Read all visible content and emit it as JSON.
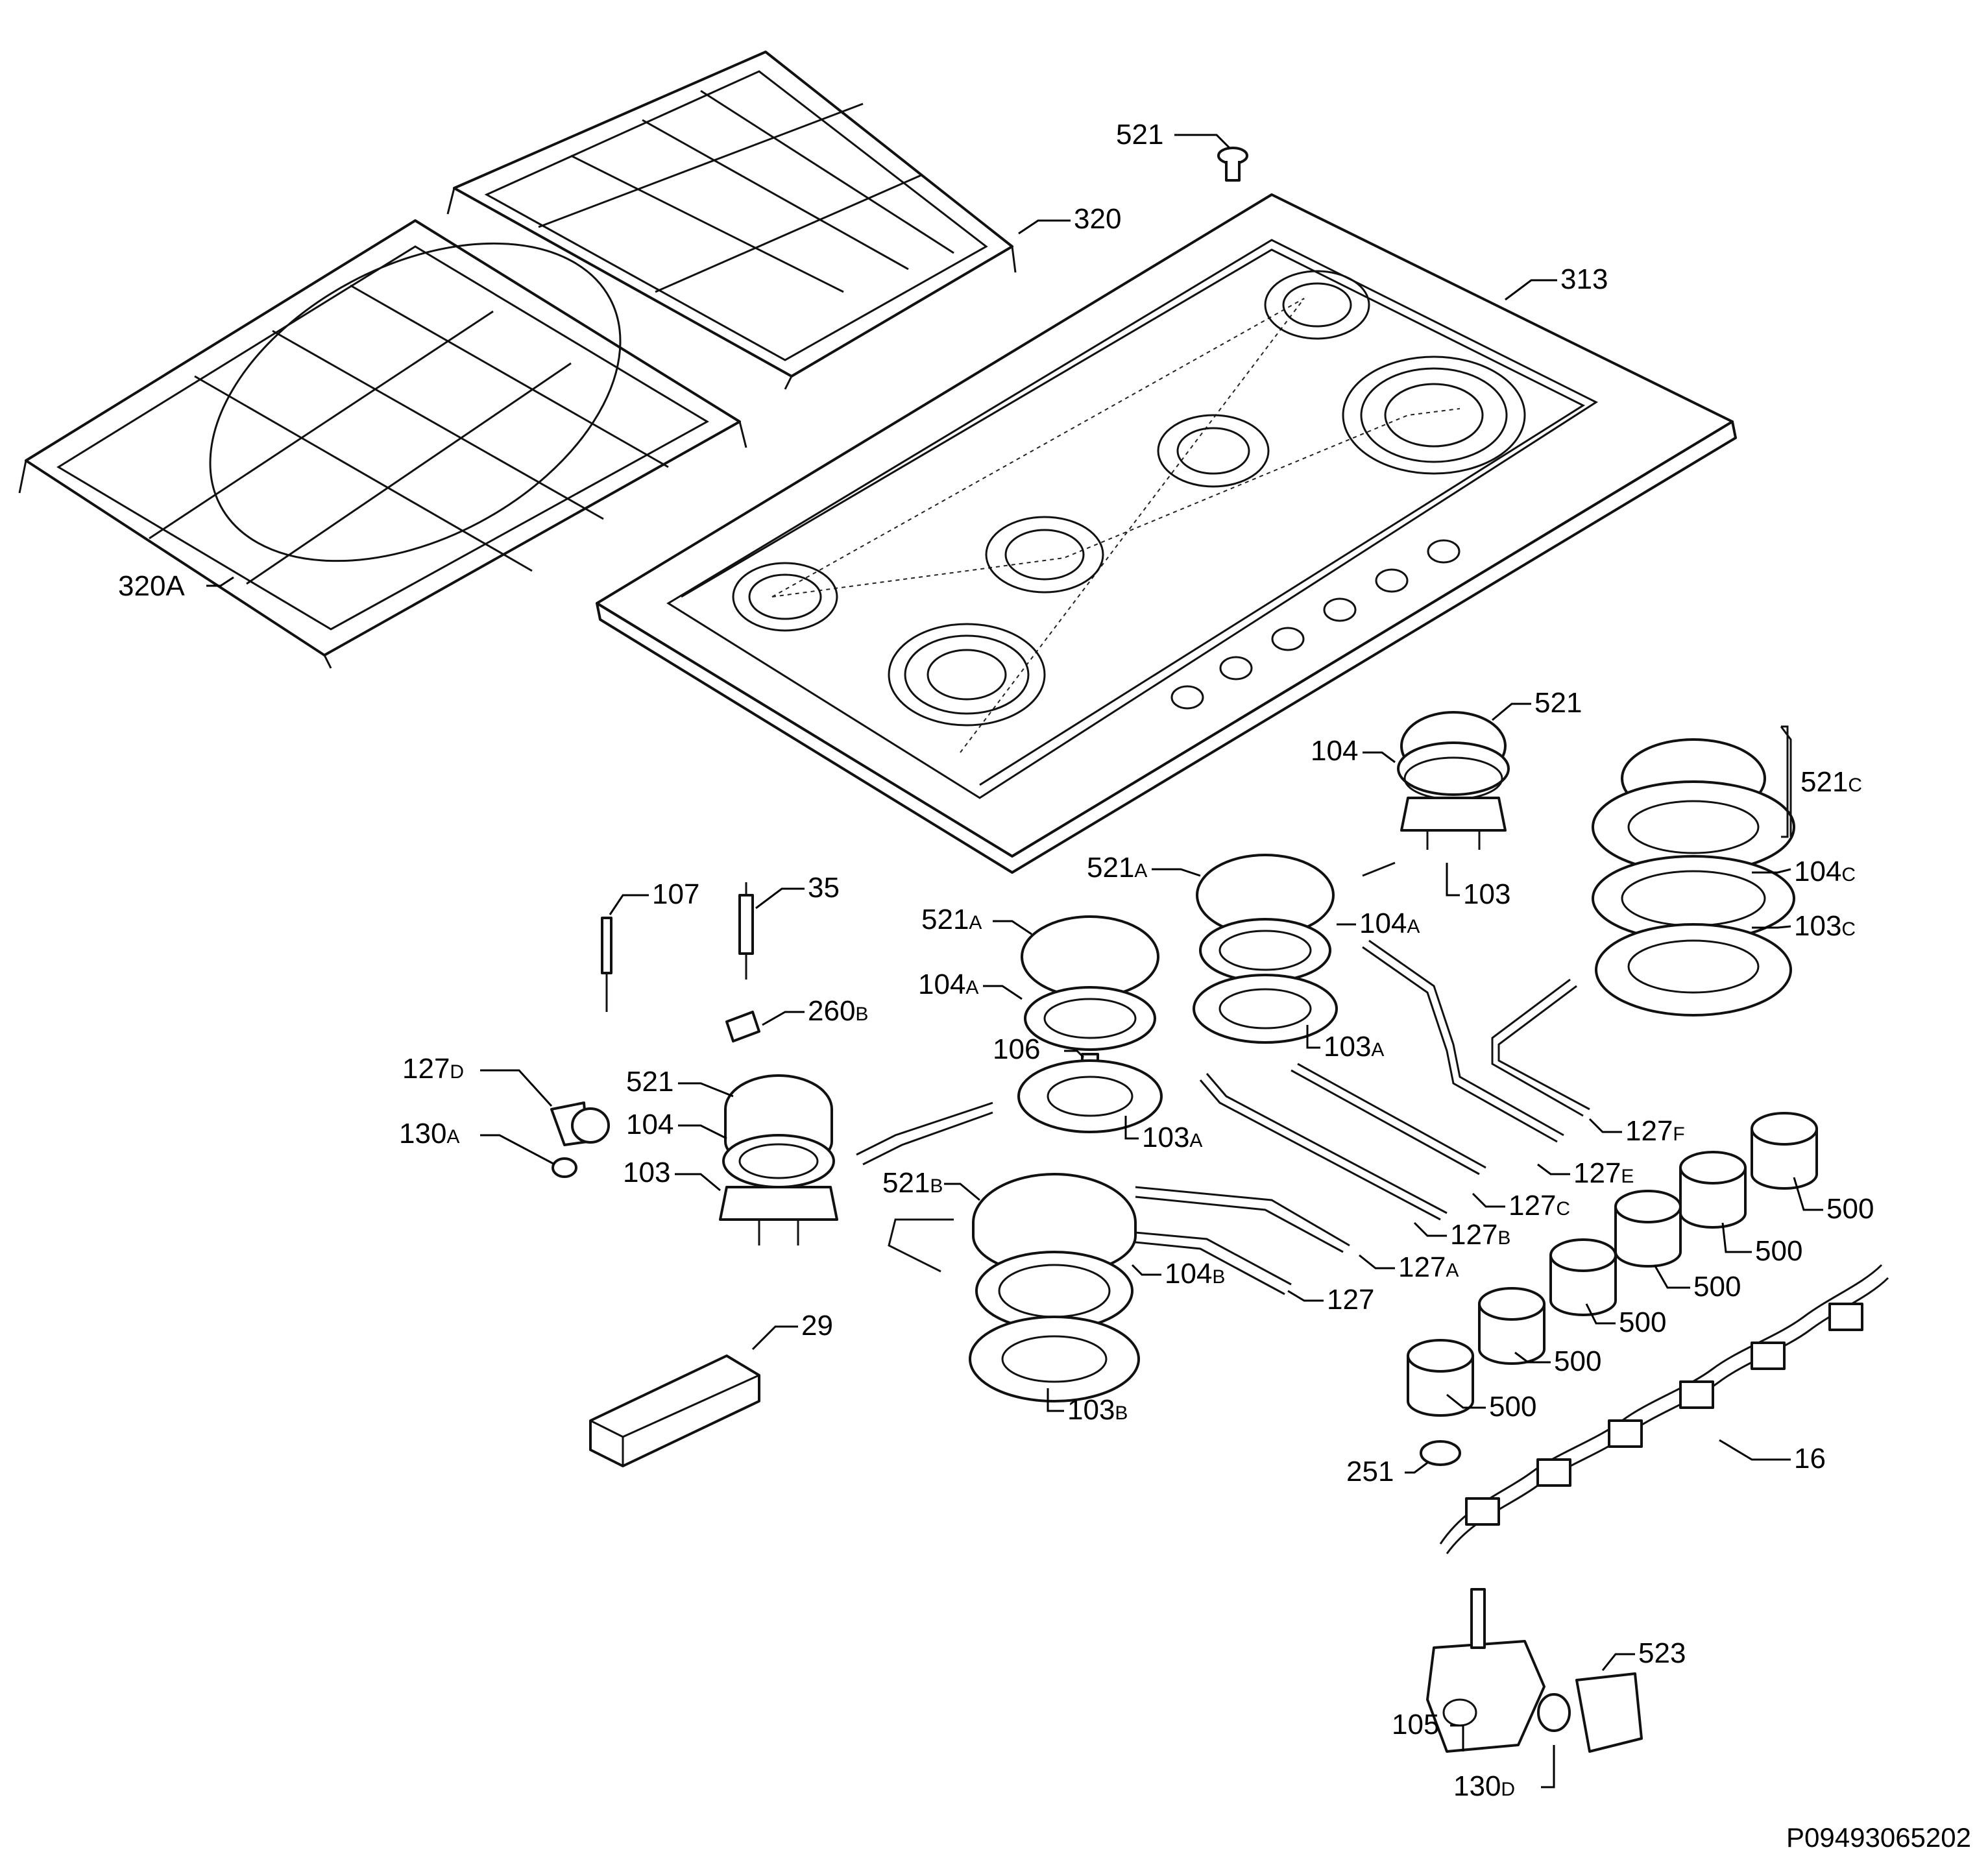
{
  "diagram": {
    "labels": {
      "l521_top": "521",
      "l320": "320",
      "l313": "313",
      "l320A": "320A",
      "l521_r": "521",
      "l104_r": "104",
      "l103_r": "103",
      "l521C_main": "521",
      "l521C_sub": "C",
      "l104C_main": "104",
      "l104C_sub": "C",
      "l103C_main": "103",
      "l103C_sub": "C",
      "l521A1_main": "521",
      "l521A1_sub": "A",
      "l104A1_main": "104",
      "l104A1_sub": "A",
      "l103A1_main": "103",
      "l103A1_sub": "A",
      "l521A2_main": "521",
      "l521A2_sub": "A",
      "l104A2_main": "104",
      "l104A2_sub": "A",
      "l106": "106",
      "l103A2_main": "103",
      "l103A2_sub": "A",
      "l107": "107",
      "l35": "35",
      "l260B_main": "260",
      "l260B_sub": "B",
      "l127D_main": "127",
      "l127D_sub": "D",
      "l130A_main": "130",
      "l130A_sub": "A",
      "l521_l": "521",
      "l104_l": "104",
      "l103_l": "103",
      "l521B_main": "521",
      "l521B_sub": "B",
      "l104B_main": "104",
      "l104B_sub": "B",
      "l103B_main": "103",
      "l103B_sub": "B",
      "l127F_main": "127",
      "l127F_sub": "F",
      "l127E_main": "127",
      "l127E_sub": "E",
      "l127C_main": "127",
      "l127C_sub": "C",
      "l127B_main": "127",
      "l127B_sub": "B",
      "l127A_main": "127",
      "l127A_sub": "A",
      "l127": "127",
      "l29": "29",
      "l500_1": "500",
      "l500_2": "500",
      "l500_3": "500",
      "l500_4": "500",
      "l500_5": "500",
      "l500_6": "500",
      "l251": "251",
      "l16": "16",
      "l523": "523",
      "l105": "105",
      "l130D_main": "130",
      "l130D_sub": "D"
    },
    "reference_code": "P09493065202"
  }
}
